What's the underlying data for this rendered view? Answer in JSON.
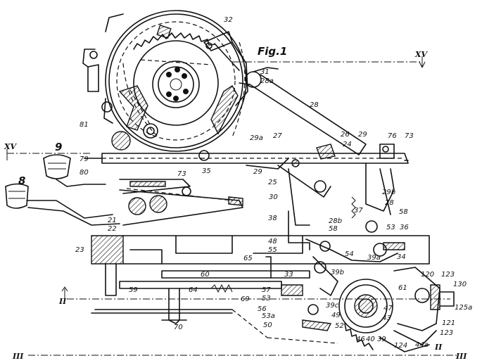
{
  "figure": {
    "title": "Fig.1"
  },
  "section_marks": [
    "XV",
    "XV",
    "II",
    "II",
    "III",
    "III"
  ],
  "labels": [
    "32",
    "31",
    "28a",
    "28",
    "27",
    "26",
    "24",
    "29",
    "29a",
    "76",
    "73",
    "81",
    "79",
    "80",
    "73",
    "35",
    "29",
    "25",
    "30",
    "29b",
    "28",
    "58",
    "37",
    "28b",
    "58",
    "53",
    "36",
    "38",
    "48",
    "55",
    "54",
    "39a",
    "34",
    "65",
    "33",
    "39b",
    "21",
    "22",
    "23",
    "60",
    "64",
    "57",
    "53",
    "61",
    "120",
    "123",
    "130",
    "125a",
    "59",
    "69",
    "56",
    "53a",
    "39c",
    "47",
    "43",
    "121",
    "123",
    "49",
    "52",
    "46",
    "40",
    "39",
    "50",
    "70",
    "124",
    "44a",
    "9",
    "8"
  ]
}
